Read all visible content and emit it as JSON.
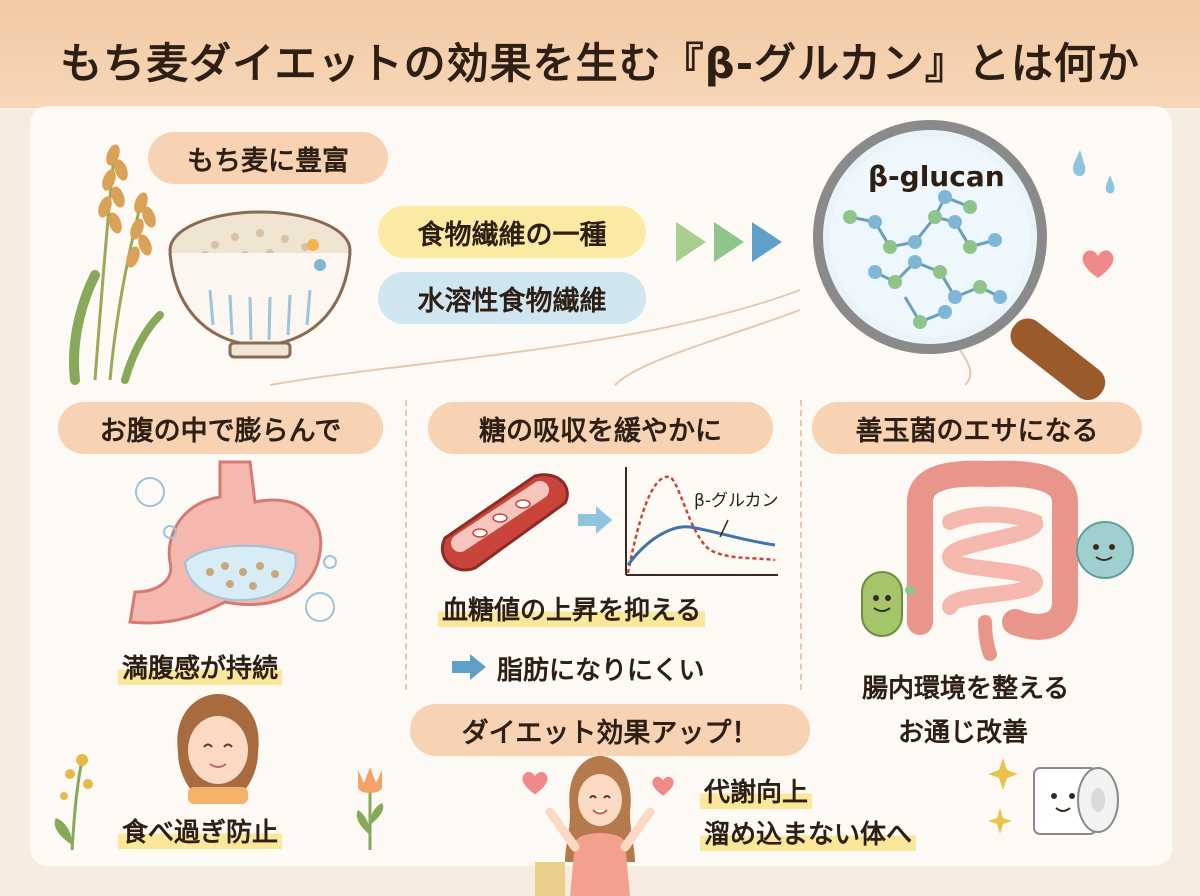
{
  "title": "もち麦ダイエットの効果を生む『β-グルカン』とは何か",
  "top": {
    "rich_pill": "もち麦に豊富",
    "fiber_pill": "食物繊維の一種",
    "soluble_pill": "水溶性食物繊維",
    "glucan_label": "β-glucan"
  },
  "sections": [
    {
      "heading": "お腹の中で膨らんで",
      "text1": "満腹感が持続",
      "text2": "食べ過ぎ防止"
    },
    {
      "heading": "糖の吸収を緩やかに",
      "graph_label": "β-グルカン",
      "text1": "血糖値の上昇を抑える",
      "text2": "脂肪になりにくい",
      "diet_pill": "ダイエット効果アップ！",
      "text3": "代謝向上",
      "text4": "溜め込まない体へ"
    },
    {
      "heading": "善玉菌のエサになる",
      "text1": "腸内環境を整える",
      "text2": "お通じ改善"
    }
  ],
  "colors": {
    "header": "#f3c9a2",
    "peach": "#f7d2b3",
    "yellow": "#fbeaa2",
    "blue": "#cfe6f1",
    "accent_green": "#8fc48a",
    "accent_blue": "#5fa0c8"
  }
}
